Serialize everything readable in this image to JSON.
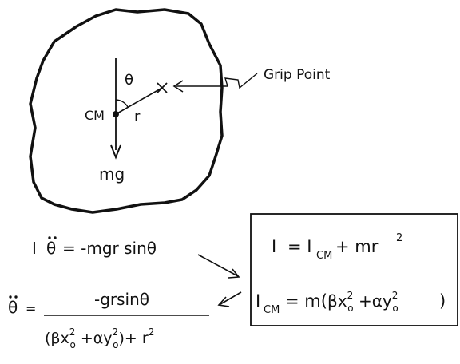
{
  "diagram": {
    "label_cm": "CM",
    "label_theta": "θ",
    "label_r": "r",
    "label_mg": "mg",
    "label_grip": "Grip Point"
  },
  "equations": {
    "eq1_lhs": "I",
    "eq1_rhs": "= -mgr sinθ",
    "eq2_lhs": "θ̈",
    "eq2_eq": "=",
    "eq2_num": "-grsinθ",
    "box_line1_lhs": "I",
    "box_line1_rhs": "= I",
    "box_line1_sub": "CM",
    "box_line1_tail": "+ mr",
    "box_line1_exp": "2",
    "box_line2_lhs": "I",
    "box_line2_sub": "CM",
    "box_line2_rhs": "= m(",
    "box_line2_end": ")"
  }
}
